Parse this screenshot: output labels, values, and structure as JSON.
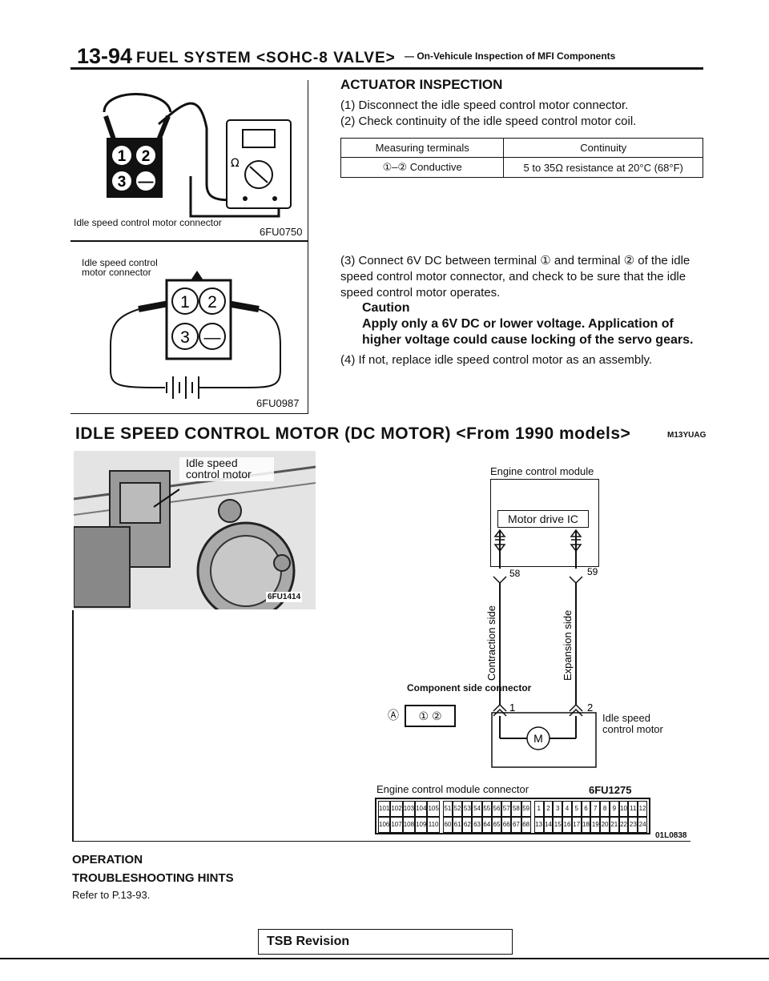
{
  "header": {
    "page_number": "13-94",
    "title": "FUEL SYSTEM <SOHC-8 VALVE>",
    "subtitle": "— On-Vehicule Inspection of MFI Components"
  },
  "figure1": {
    "caption": "Idle speed control motor connector",
    "code": "6FU0750",
    "terminals": [
      "1",
      "2",
      "3",
      "—"
    ],
    "meter_symbol": "Ω"
  },
  "figure2": {
    "caption": "Idle speed control motor connector",
    "code": "6FU0987",
    "terminals": [
      "1",
      "2",
      "3",
      "—"
    ]
  },
  "actuator": {
    "heading": "ACTUATOR INSPECTION",
    "step1": "(1) Disconnect the idle speed control motor connector.",
    "step2": "(2) Check continuity of the idle speed control motor coil.",
    "table": {
      "headers": [
        "Measuring terminals",
        "Continuity"
      ],
      "row": [
        "①–② Conductive",
        "5 to 35Ω resistance at 20°C (68°F)"
      ]
    },
    "step3": "(3) Connect 6V DC between terminal ① and terminal ② of the idle speed control motor connector, and check to be sure that the idle speed control motor operates.",
    "caution_label": "Caution",
    "caution_text": "Apply only a 6V DC or lower voltage. Application of higher voltage could cause locking of the servo gears.",
    "step4": "(4) If not, replace idle speed control motor as an assembly."
  },
  "section2": {
    "title": "IDLE SPEED CONTROL MOTOR (DC MOTOR) <From 1990 models>",
    "code": "M13YUAG"
  },
  "photo": {
    "label": "Idle speed control motor",
    "code": "6FU1414"
  },
  "diagram": {
    "ecm_label": "Engine control module",
    "ic_label": "Motor drive IC",
    "pin_left": "58",
    "pin_right": "59",
    "wire_left": "Contraction side",
    "wire_right": "Expansion side",
    "comp_label": "Component side connector",
    "comp_pin_1": "①",
    "comp_pin_2": "②",
    "marker": "Ⓐ",
    "motor_pin_1": "1",
    "motor_pin_2": "2",
    "motor_symbol": "M",
    "motor_label": "Idle speed control motor",
    "ecm_conn_label": "Engine control module connector",
    "ecm_conn_code": "6FU1275",
    "block1_top": [
      "101",
      "102",
      "103",
      "104",
      "105"
    ],
    "block1_bot": [
      "106",
      "107",
      "108",
      "109",
      "110"
    ],
    "block2_top": [
      "51",
      "52",
      "53",
      "54",
      "55",
      "56",
      "57",
      "58",
      "59"
    ],
    "block2_bot": [
      "60",
      "61",
      "62",
      "63",
      "64",
      "65",
      "66",
      "67",
      "68"
    ],
    "block3_top": [
      "1",
      "2",
      "3",
      "4",
      "5",
      "6",
      "7",
      "8",
      "9",
      "10",
      "11",
      "12"
    ],
    "block3_bot": [
      "13",
      "14",
      "15",
      "16",
      "17",
      "18",
      "19",
      "20",
      "21",
      "22",
      "23",
      "24"
    ],
    "figure_code": "01L0838"
  },
  "footer": {
    "operation": "OPERATION",
    "troubleshooting": "TROUBLESHOOTING HINTS",
    "refer": "Refer to P.13-93.",
    "tsb": "TSB Revision"
  }
}
